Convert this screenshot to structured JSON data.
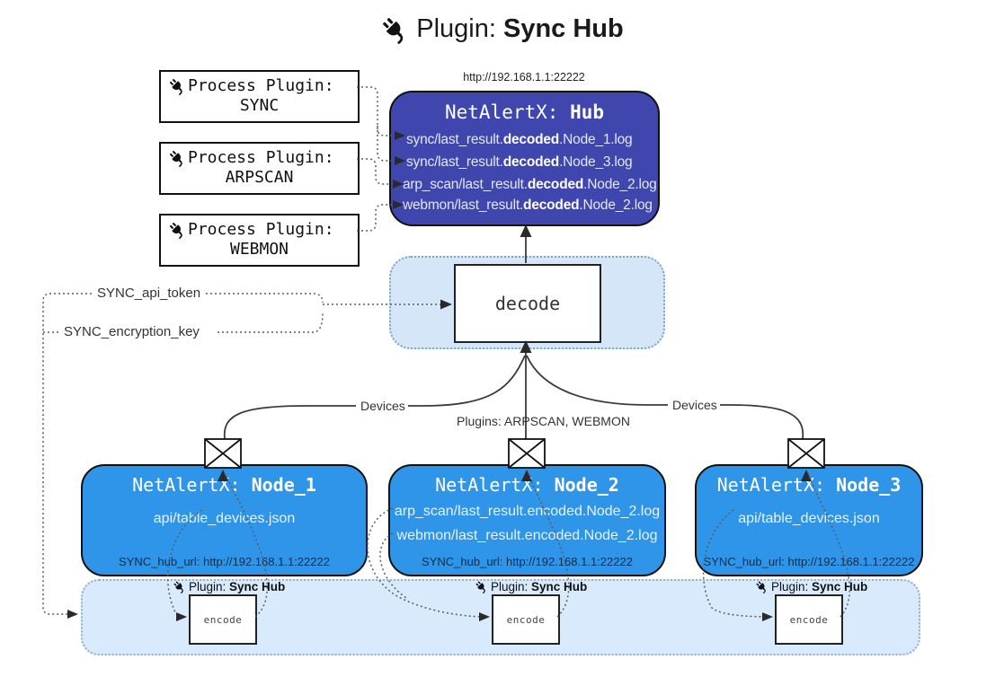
{
  "title": {
    "prefix": "Plugin: ",
    "bold": "Sync Hub"
  },
  "process_plugins": [
    {
      "label": "Process Plugin:",
      "name": "SYNC"
    },
    {
      "label": "Process Plugin:",
      "name": "ARPSCAN"
    },
    {
      "label": "Process Plugin:",
      "name": "WEBMON"
    }
  ],
  "hub": {
    "url": "http://192.168.1.1:22222",
    "title_prefix": "NetAlertX: ",
    "title_bold": "Hub",
    "lines": [
      {
        "pre": "sync/last_result.",
        "bold": "decoded",
        "post": ".Node_1.log"
      },
      {
        "pre": "sync/last_result.",
        "bold": "decoded",
        "post": ".Node_3.log"
      },
      {
        "pre": "arp_scan/last_result.",
        "bold": "decoded",
        "post": ".Node_2.log"
      },
      {
        "pre": "webmon/last_result.",
        "bold": "decoded",
        "post": ".Node_2.log"
      }
    ]
  },
  "decode": {
    "label": "decode"
  },
  "keys": {
    "api_token": "SYNC_api_token",
    "encryption_key": "SYNC_encryption_key"
  },
  "edges": {
    "devices_left": "Devices",
    "devices_right": "Devices",
    "plugins_center": "Plugins: ARPSCAN, WEBMON"
  },
  "nodes": [
    {
      "title_prefix": "NetAlertX: ",
      "title_bold": "Node_1",
      "files": [
        "api/table_devices.json"
      ],
      "hub_url": "SYNC_hub_url: http://192.168.1.1:22222"
    },
    {
      "title_prefix": "NetAlertX: ",
      "title_bold": "Node_2",
      "files": [
        "arp_scan/last_result.encoded.Node_2.log",
        "webmon/last_result.encoded.Node_2.log"
      ],
      "hub_url": "SYNC_hub_url: http://192.168.1.1:22222"
    },
    {
      "title_prefix": "NetAlertX: ",
      "title_bold": "Node_3",
      "files": [
        "api/table_devices.json"
      ],
      "hub_url": "SYNC_hub_url: http://192.168.1.1:22222"
    }
  ],
  "sync_band": {
    "plugin_label_prefix": "Plugin: ",
    "plugin_label_bold": "Sync Hub",
    "encode_label": "encode"
  },
  "colors": {
    "hub_bg": "#3f46ad",
    "node_bg": "#2e95e8",
    "band_bg": "#d9eafc",
    "decode_bg": "#d4e6f8"
  }
}
